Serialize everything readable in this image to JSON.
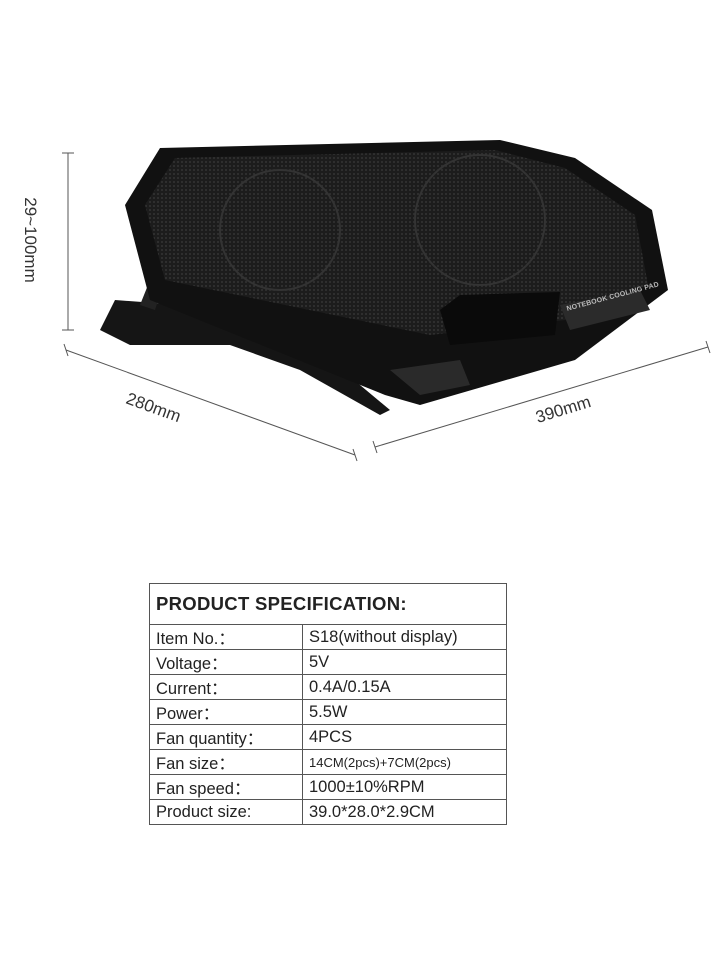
{
  "dimensions": {
    "height": "29~100mm",
    "depth": "280mm",
    "width": "390mm"
  },
  "product_logo_text": "NOTEBOOK COOLING PAD",
  "spec": {
    "title": "PRODUCT SPECIFICATION:",
    "rows": [
      {
        "key": "Item No.：",
        "value": "S18(without display)"
      },
      {
        "key": "Voltage：",
        "value": "5V"
      },
      {
        "key": "Current：",
        "value": "0.4A/0.15A"
      },
      {
        "key": "Power：",
        "value": "5.5W"
      },
      {
        "key": "Fan quantity：",
        "value": "4PCS"
      },
      {
        "key": "Fan size：",
        "value": "14CM(2pcs)+7CM(2pcs)"
      },
      {
        "key": "Fan speed：",
        "value": "1000±10%RPM"
      },
      {
        "key": "Product size:",
        "value": "39.0*28.0*2.9CM"
      }
    ]
  }
}
